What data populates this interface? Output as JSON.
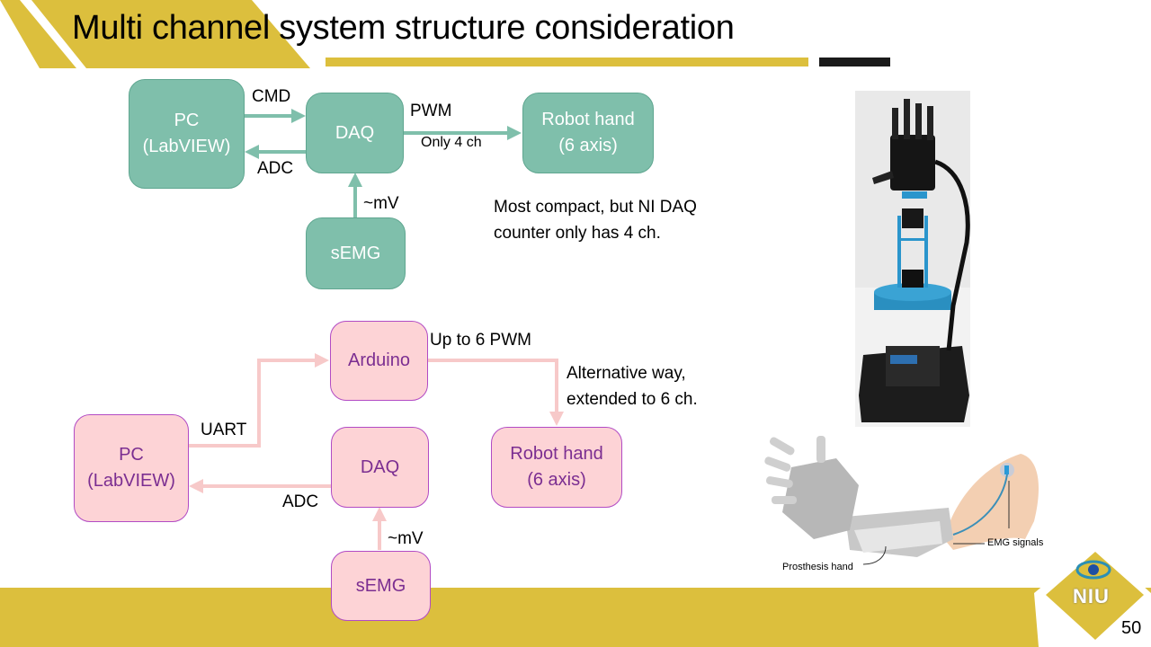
{
  "slide": {
    "title": "Multi channel system structure consideration",
    "page_number": "50",
    "theme_colors": {
      "gold": "#dcbf3d",
      "dark_bar": "#1a1a1a",
      "teal": "#7fbfab",
      "pink": "#fdd3d6",
      "pink_text": "#7b2e91",
      "pink_arrow": "#f7c9c9"
    }
  },
  "diagram_top": {
    "boxes": {
      "pc": "PC\n(LabVIEW)",
      "daq": "DAQ",
      "robot": "Robot hand\n(6 axis)",
      "semg": "sEMG"
    },
    "labels": {
      "cmd": "CMD",
      "adc": "ADC",
      "pwm": "PWM",
      "only4": "Only 4 ch",
      "mv": "~mV"
    },
    "note": "Most compact, but NI DAQ\ncounter only has 4 ch."
  },
  "diagram_bottom": {
    "boxes": {
      "arduino": "Arduino",
      "pc": "PC\n(LabVIEW)",
      "daq": "DAQ",
      "robot": "Robot hand\n(6 axis)",
      "semg": "sEMG"
    },
    "labels": {
      "up_to_6": "Up to 6 PWM",
      "uart": "UART",
      "adc": "ADC",
      "mv": "~mV"
    },
    "note": "Alternative way,\nextended to 6 ch."
  },
  "images": {
    "robot_photo": "robot-hand-photo",
    "prosthesis_labels": {
      "prosthesis": "Prosthesis hand",
      "emg": "EMG signals"
    }
  },
  "logo": {
    "text": "NIU"
  }
}
